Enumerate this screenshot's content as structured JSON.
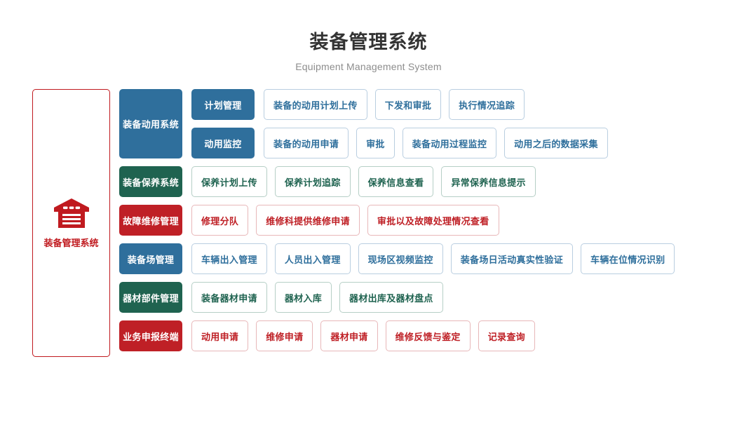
{
  "header": {
    "title": "装备管理系统",
    "subtitle": "Equipment Management System"
  },
  "root": {
    "label": "装备管理系统",
    "icon": "warehouse-icon",
    "color": "#c01a1f"
  },
  "palette": {
    "blue": "#2f6f9c",
    "green": "#1f6350",
    "red": "#bf2026",
    "title_color": "#333333",
    "subtitle_color": "#8d8d8d"
  },
  "rows": [
    {
      "category": "装备动用系统",
      "color": "blue",
      "subrows": [
        {
          "sub": "计划管理",
          "items": [
            "装备的动用计划上传",
            "下发和审批",
            "执行情况追踪"
          ]
        },
        {
          "sub": "动用监控",
          "items": [
            "装备的动用申请",
            "审批",
            "装备动用过程监控",
            "动用之后的数据采集"
          ]
        }
      ]
    },
    {
      "category": "装备保养系统",
      "color": "green",
      "items": [
        "保养计划上传",
        "保养计划追踪",
        "保养信息查看",
        "异常保养信息提示"
      ]
    },
    {
      "category": "故障维修管理",
      "color": "red",
      "items": [
        "修理分队",
        "维修科提供维修申请",
        "审批以及故障处理情况查看"
      ]
    },
    {
      "category": "装备场管理",
      "color": "blue",
      "items": [
        "车辆出入管理",
        "人员出入管理",
        "现场区视频监控",
        "装备场日活动真实性验证",
        "车辆在位情况识别"
      ]
    },
    {
      "category": "器材部件管理",
      "color": "green",
      "items": [
        "装备器材申请",
        "器材入库",
        "器材出库及器材盘点"
      ]
    },
    {
      "category": "业务申报终端",
      "color": "red",
      "items": [
        "动用申请",
        "维修申请",
        "器材申请",
        "维修反馈与鉴定",
        "记录查询"
      ]
    }
  ]
}
